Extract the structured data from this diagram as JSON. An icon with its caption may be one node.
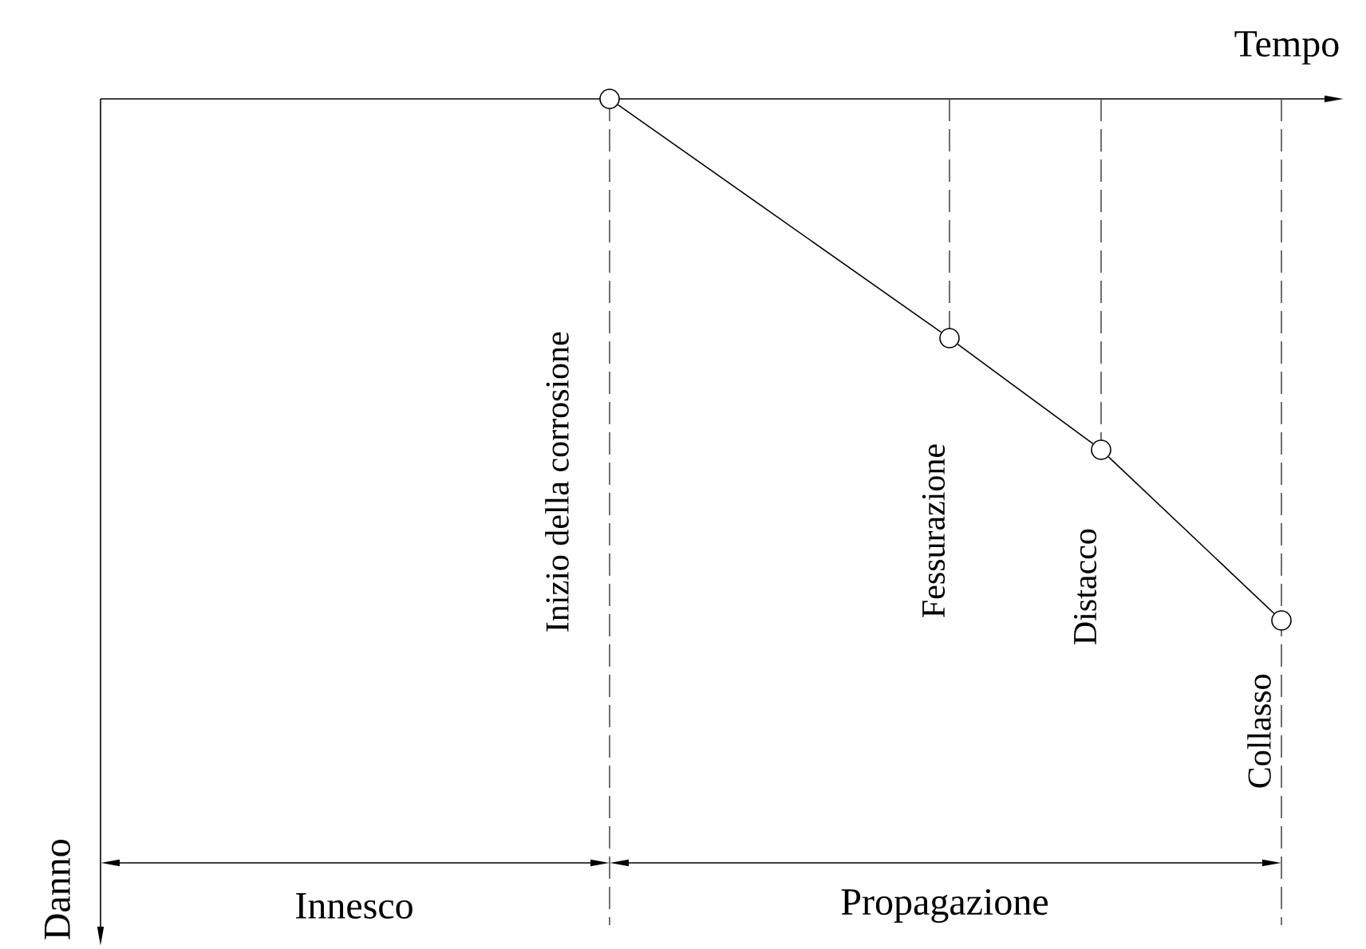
{
  "diagram": {
    "nodes": [
      {
        "text": [],
        "shape": "circle"
      },
      {
        "text": [],
        "shape": "circle",
        "beside": [
          "Fessurazione"
        ]
      },
      {
        "text": [],
        "shape": "circle",
        "beside": [
          "Distacco"
        ]
      },
      {
        "text": [],
        "shape": "circle",
        "beside": [
          "Collasso"
        ]
      }
    ],
    "edges": [
      {
        "from": 0,
        "to": 1,
        "arrow": "none"
      },
      {
        "from": 1,
        "to": 2,
        "arrow": "none"
      },
      {
        "from": 2,
        "to": 3,
        "arrow": "none"
      }
    ],
    "labels": [
      "Tempo",
      "Inizio della corrosione",
      "Danno",
      "Innesco",
      "Propagazione"
    ]
  }
}
